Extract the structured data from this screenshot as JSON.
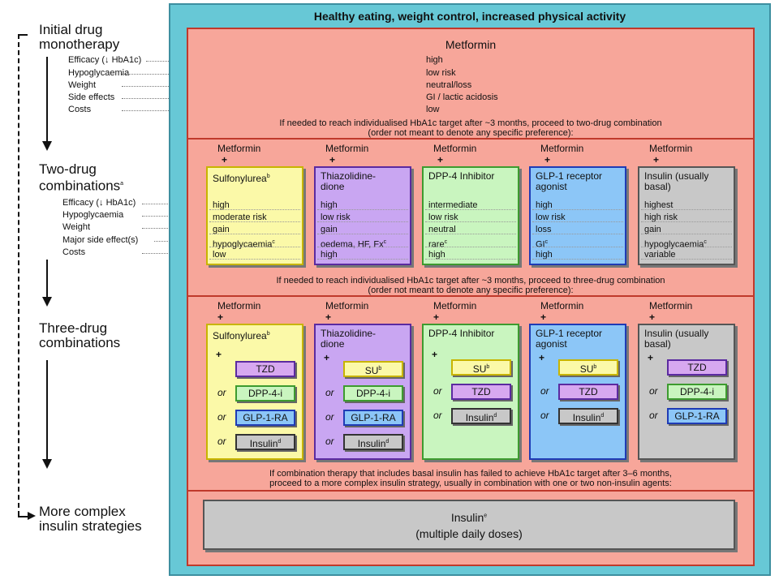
{
  "title": "Healthy eating, weight control, increased physical activity",
  "stages": {
    "mono": [
      "Initial drug",
      "monotherapy"
    ],
    "two": [
      "Two-drug",
      "combinations",
      "a"
    ],
    "three": [
      "Three-drug",
      "combinations"
    ],
    "complex": [
      "More complex",
      "insulin strategies"
    ]
  },
  "mono_attrs": [
    "Efficacy (↓ HbA1c)",
    "Hypoglycaemia",
    "Weight",
    "Side effects",
    "Costs"
  ],
  "two_attrs": [
    "Efficacy (↓ HbA1c)",
    "Hypoglycaemia",
    "Weight",
    "Major side effect(s)",
    "Costs"
  ],
  "metformin": {
    "label": "Metformin",
    "values": [
      "high",
      "low risk",
      "neutral/loss",
      "GI / lactic acidosis",
      "low"
    ]
  },
  "transition1": [
    "If needed to reach individualised HbA1c target after ~3 months, proceed to two-drug combination",
    "(order not meant to denote any specific preference):"
  ],
  "transition2": [
    "If needed to reach individualised HbA1c target after ~3 months, proceed to three-drug combination",
    "(order not meant to denote any specific preference):"
  ],
  "transition3": [
    "If combination therapy that includes basal insulin has failed to achieve HbA1c target after 3–6 months,",
    "proceed to a more complex insulin strategy, usually in combination with one or two non-insulin agents:"
  ],
  "met_label": "Metformin",
  "plus": "+",
  "or": "or",
  "two_drug": [
    {
      "title": [
        "Sulfonylurea",
        ""
      ],
      "sup": "b",
      "values": [
        "high",
        "moderate risk",
        "gain",
        "hypoglycaemia",
        "low"
      ],
      "supidx": 3,
      "valsup": "c"
    },
    {
      "title": [
        "Thiazolidine-",
        "dione"
      ],
      "sup": "",
      "values": [
        "high",
        "low risk",
        "gain",
        "oedema, HF, Fx",
        "high"
      ],
      "supidx": 3,
      "valsup": "c"
    },
    {
      "title": [
        "DPP-4 Inhibitor",
        ""
      ],
      "sup": "",
      "values": [
        "intermediate",
        "low risk",
        "neutral",
        "rare",
        "high"
      ],
      "supidx": 3,
      "valsup": "c"
    },
    {
      "title": [
        "GLP-1 receptor",
        "agonist"
      ],
      "sup": "",
      "values": [
        "high",
        "low risk",
        "loss",
        "GI",
        "high"
      ],
      "supidx": 3,
      "valsup": "c"
    },
    {
      "title": [
        "Insulin (usually",
        "basal)"
      ],
      "sup": "",
      "values": [
        "highest",
        "high risk",
        "gain",
        "hypoglycaemia",
        "variable"
      ],
      "supidx": 3,
      "valsup": "c"
    }
  ],
  "three_drug": [
    {
      "title": [
        "Sulfonylurea",
        ""
      ],
      "sup": "b",
      "chips": [
        "TZD",
        "DPP-4-i",
        "GLP-1-RA",
        "Insulin"
      ]
    },
    {
      "title": [
        "Thiazolidine-",
        "dione"
      ],
      "sup": "",
      "chips": [
        "SU",
        "DPP-4-i",
        "GLP-1-RA",
        "Insulin"
      ]
    },
    {
      "title": [
        "DPP-4 Inhibitor",
        ""
      ],
      "sup": "",
      "chips": [
        "SU",
        "TZD",
        "Insulin"
      ]
    },
    {
      "title": [
        "GLP-1 receptor",
        "agonist"
      ],
      "sup": "",
      "chips": [
        "SU",
        "TZD",
        "Insulin"
      ]
    },
    {
      "title": [
        "Insulin (usually",
        "basal)"
      ],
      "sup": "",
      "chips": [
        "TZD",
        "DPP-4-i",
        "GLP-1-RA"
      ]
    }
  ],
  "insulin_final": [
    "Insulin",
    "(multiple daily doses)"
  ],
  "colors": {
    "yellow": "#fbf9a8",
    "purple": "#c9a6f2",
    "green": "#c9f5bf",
    "blue": "#8cc6f7",
    "gray": "#c8c8c8",
    "salmon": "#f7a69a",
    "teal": "#67c8d6"
  }
}
